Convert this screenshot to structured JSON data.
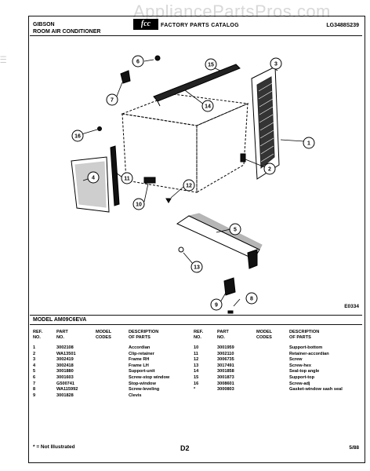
{
  "watermark": "AppliancePartsPros.com",
  "header": {
    "brand": "GIBSON",
    "product": "ROOM AIR CONDITIONER",
    "logo": "fcc",
    "catalog": "FACTORY PARTS CATALOG",
    "model_code": "LG3488S239"
  },
  "diagram": {
    "callouts": [
      "1",
      "2",
      "3",
      "4",
      "5",
      "6",
      "7",
      "8",
      "9",
      "10",
      "11",
      "12",
      "13",
      "14",
      "15",
      "16"
    ],
    "code": "E0334"
  },
  "model_line": "MODEL AM09C6EVA",
  "table": {
    "headers": {
      "ref": [
        "REF.",
        "NO."
      ],
      "part": [
        "PART",
        "NO."
      ],
      "codes": [
        "MODEL",
        "CODES"
      ],
      "desc": [
        "DESCRIPTION",
        "OF PARTS"
      ]
    },
    "left_rows": [
      {
        "ref": "1",
        "part": "3002108",
        "code": "",
        "desc": "Accordian"
      },
      {
        "ref": "2",
        "part": "WA13501",
        "code": "",
        "desc": "Clip-retainer"
      },
      {
        "ref": "3",
        "part": "3002419",
        "code": "",
        "desc": "Frame RH"
      },
      {
        "ref": "4",
        "part": "3002418",
        "code": "",
        "desc": "Frame LH"
      },
      {
        "ref": "5",
        "part": "3001880",
        "code": "",
        "desc": "Support-unit"
      },
      {
        "ref": "6",
        "part": "3001603",
        "code": "",
        "desc": "Screw-stop window"
      },
      {
        "ref": "7",
        "part": "G500741",
        "code": "",
        "desc": "Stop-window"
      },
      {
        "ref": "8",
        "part": "WA115992",
        "code": "",
        "desc": "Screw-leveling"
      },
      {
        "ref": "9",
        "part": "3001828",
        "code": "",
        "desc": "Clevis"
      }
    ],
    "right_rows": [
      {
        "ref": "10",
        "part": "3001959",
        "code": "",
        "desc": "Support-bottom"
      },
      {
        "ref": "11",
        "part": "3002110",
        "code": "",
        "desc": "Retainer-accordian"
      },
      {
        "ref": "12",
        "part": "3006735",
        "code": "",
        "desc": "Screw"
      },
      {
        "ref": "13",
        "part": "3017491",
        "code": "",
        "desc": "Screw-hex"
      },
      {
        "ref": "14",
        "part": "3001858",
        "code": "",
        "desc": "Seal-top angle"
      },
      {
        "ref": "15",
        "part": "3001873",
        "code": "",
        "desc": "Support-top"
      },
      {
        "ref": "16",
        "part": "3008601",
        "code": "",
        "desc": "Screw-adj"
      },
      {
        "ref": "*",
        "part": "3000803",
        "code": "",
        "desc": "Gasket-window sash seal"
      }
    ]
  },
  "footer": {
    "note": "* = Not Illustrated",
    "page": "D2",
    "date": "5/88"
  }
}
